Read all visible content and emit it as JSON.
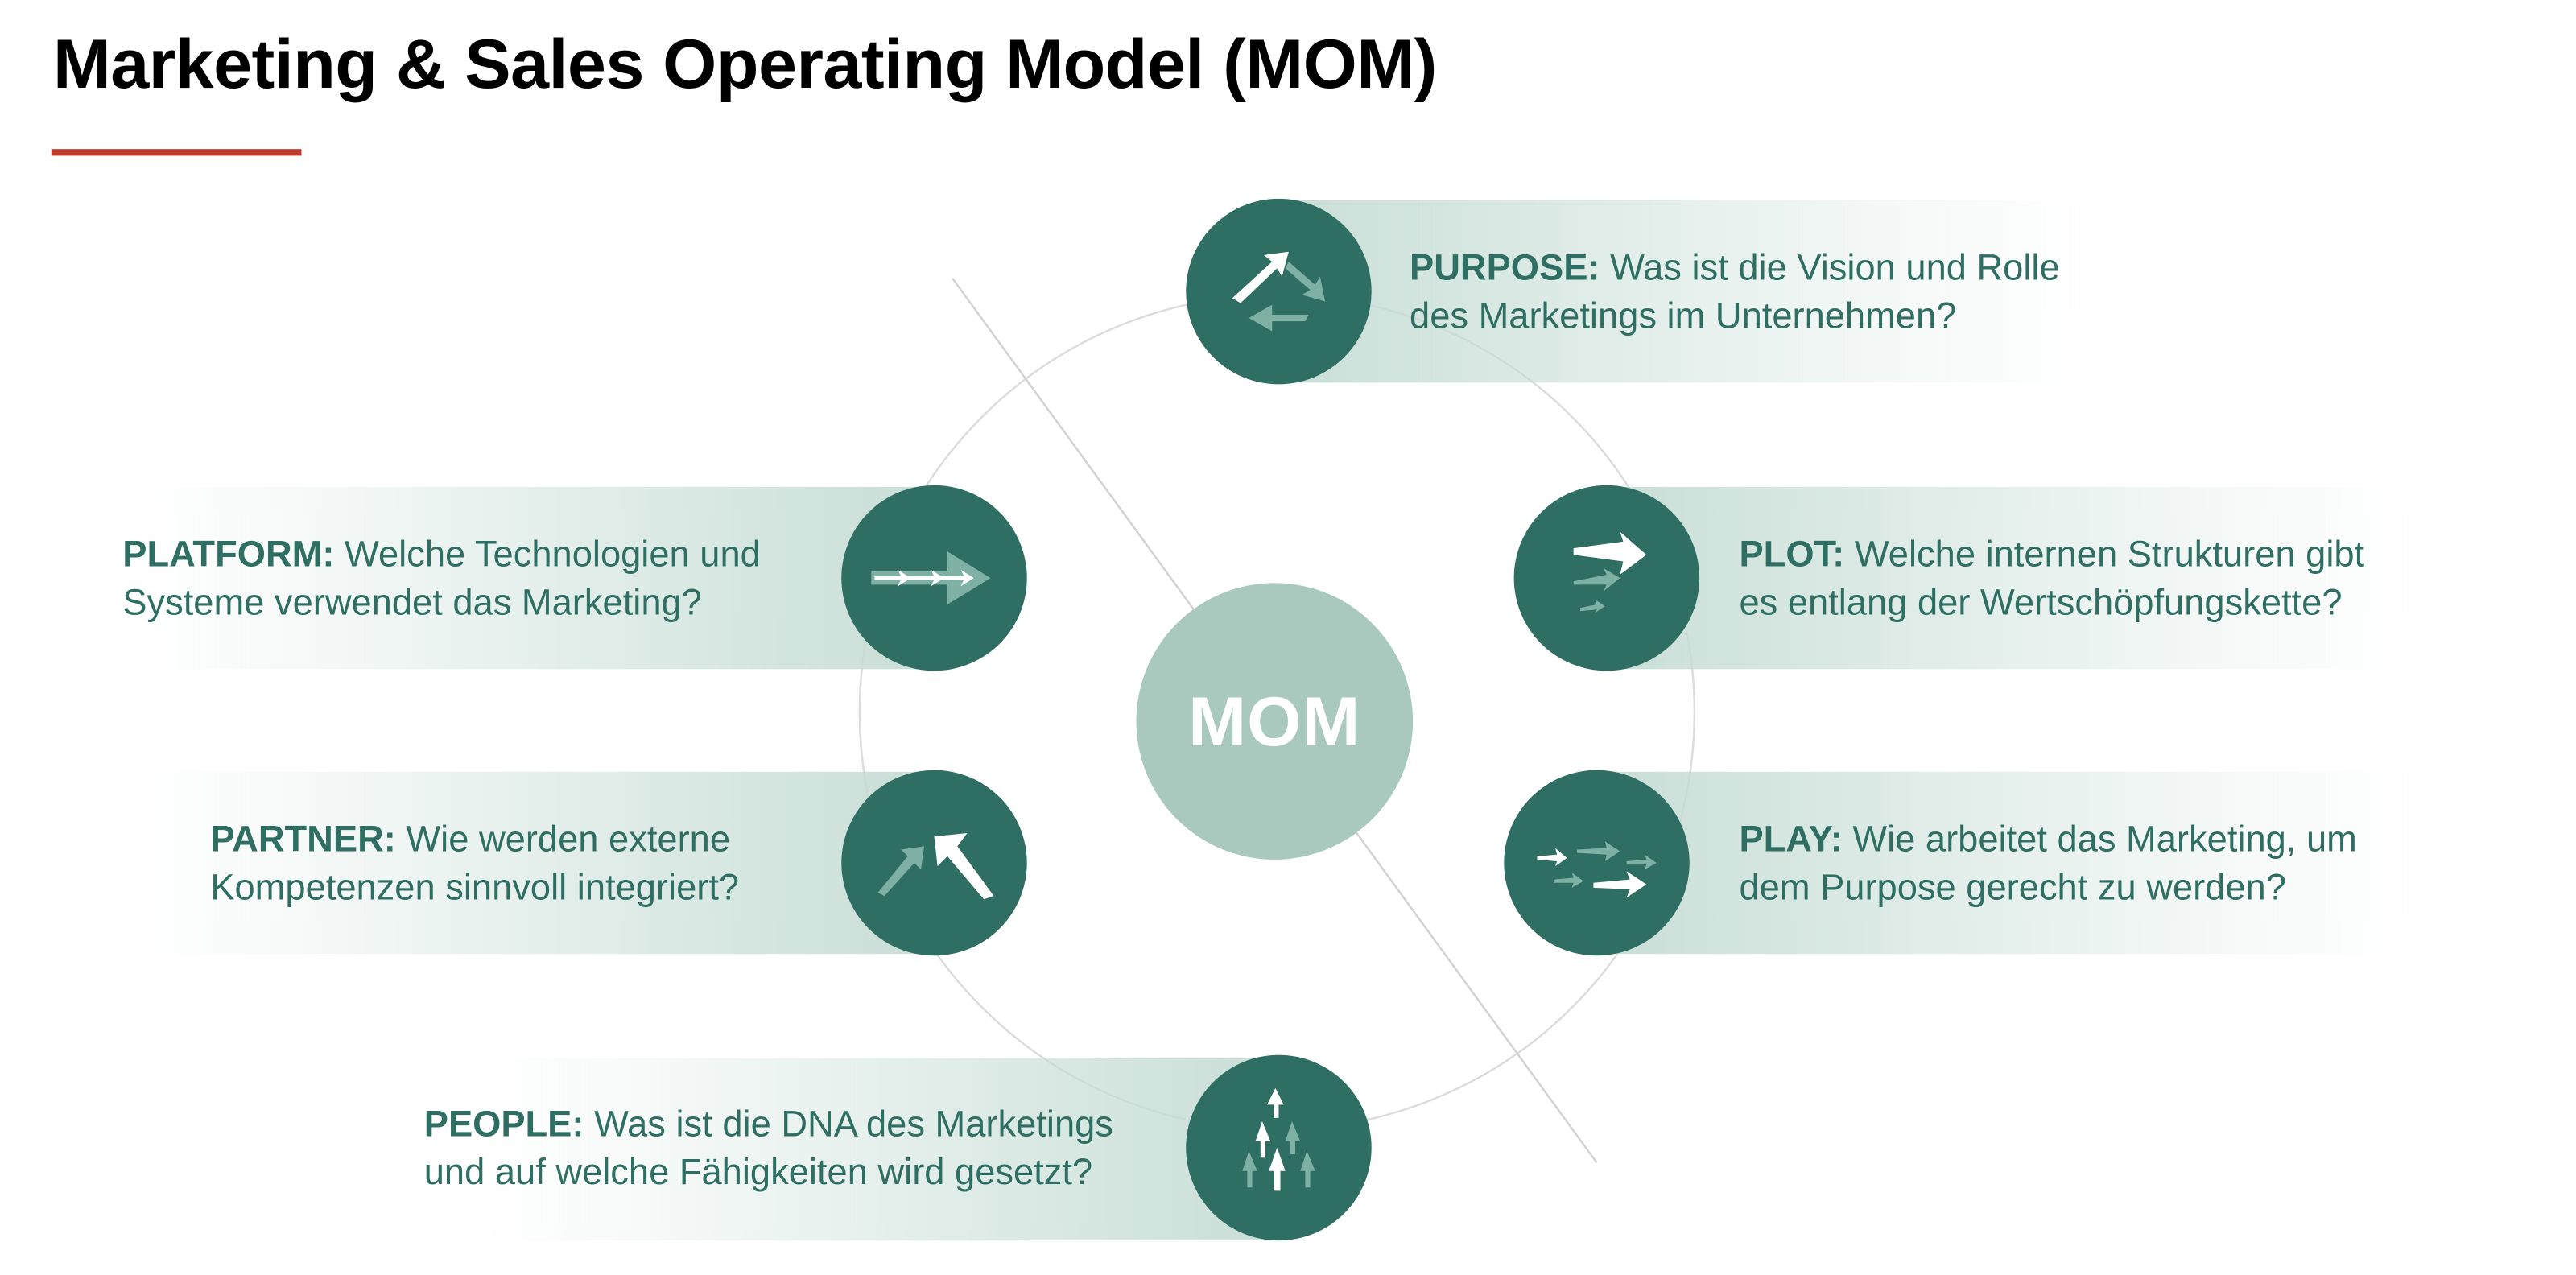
{
  "title": "Marketing & Sales Operating Model (MOM)",
  "center_label": "MOM",
  "colors": {
    "primary": "#2f6e62",
    "center": "#a9c9bf",
    "band": "#c5dcd4",
    "accent": "#c0392b"
  },
  "items": {
    "purpose": {
      "label": "PURPOSE:",
      "line1": "Was ist die Vision und Rolle",
      "line2": "des Marketings im Unternehmen?",
      "icon": "cycle-arrows-icon"
    },
    "plot": {
      "label": "PLOT:",
      "line1": "Welche internen Strukturen gibt",
      "line2": "es entlang der Wertschöpfungskette?",
      "icon": "stacked-arrows-icon"
    },
    "play": {
      "label": "PLAY:",
      "line1": "Wie arbeitet das Marketing, um",
      "line2": "dem Purpose gerecht zu werden?",
      "icon": "scattered-arrows-icon"
    },
    "people": {
      "label": "PEOPLE:",
      "line1": "Was ist die DNA des Marketings",
      "line2": "und auf welche Fähigkeiten wird gesetzt?",
      "icon": "upward-arrows-icon"
    },
    "partner": {
      "label": "PARTNER:",
      "line1": "Wie werden externe",
      "line2": "Kompetenzen sinnvoll integriert?",
      "icon": "joining-arrows-icon"
    },
    "platform": {
      "label": "PLATFORM:",
      "line1": "Welche Technologien und",
      "line2": "Systeme verwendet das Marketing?",
      "icon": "arrow-chain-icon"
    }
  }
}
